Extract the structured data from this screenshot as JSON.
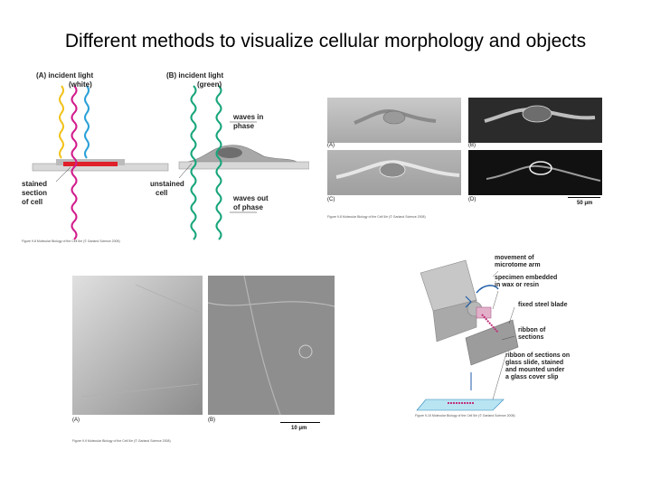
{
  "title": "Different methods to visualize cellular morphology and objects",
  "fig1": {
    "a_label": "(A) incident light",
    "a_sub": "(white)",
    "b_label": "(B) incident light",
    "b_sub": "(green)",
    "waves_in": "waves in",
    "phase1": "phase",
    "stained": "stained",
    "section": "section",
    "of_cell": "of cell",
    "unstained": "unstained",
    "cell": "cell",
    "waves_out": "waves out",
    "phase2": "of phase",
    "caption": "Figure 9-8 Molecular Biology of the Cell 5/e (© Garland Science 2008)"
  },
  "fig2": {
    "panel_a": "(A)",
    "panel_b": "(B)",
    "panel_c": "(C)",
    "panel_d": "(D)",
    "scale": "50 μm",
    "caption": "Figure 9-8 Molecular Biology of the Cell 5/e (© Garland Science 2008)"
  },
  "fig3": {
    "panel_a": "(A)",
    "panel_b": "(B)",
    "scale": "10 μm",
    "caption": "Figure 9-9 Molecular Biology of the Cell 5/e (© Garland Science 2008)"
  },
  "fig4": {
    "l1a": "movement of",
    "l1b": "microtome arm",
    "l2a": "specimen embedded",
    "l2b": "in wax or resin",
    "l3": "fixed steel blade",
    "l4a": "ribbon of",
    "l4b": "sections",
    "l5a": "ribbon of sections on",
    "l5b": "glass slide, stained",
    "l5c": "and mounted under",
    "l5d": "a glass cover slip",
    "caption": "Figure 9-15 Molecular Biology of the Cell 5/e (© Garland Science 2008)"
  }
}
